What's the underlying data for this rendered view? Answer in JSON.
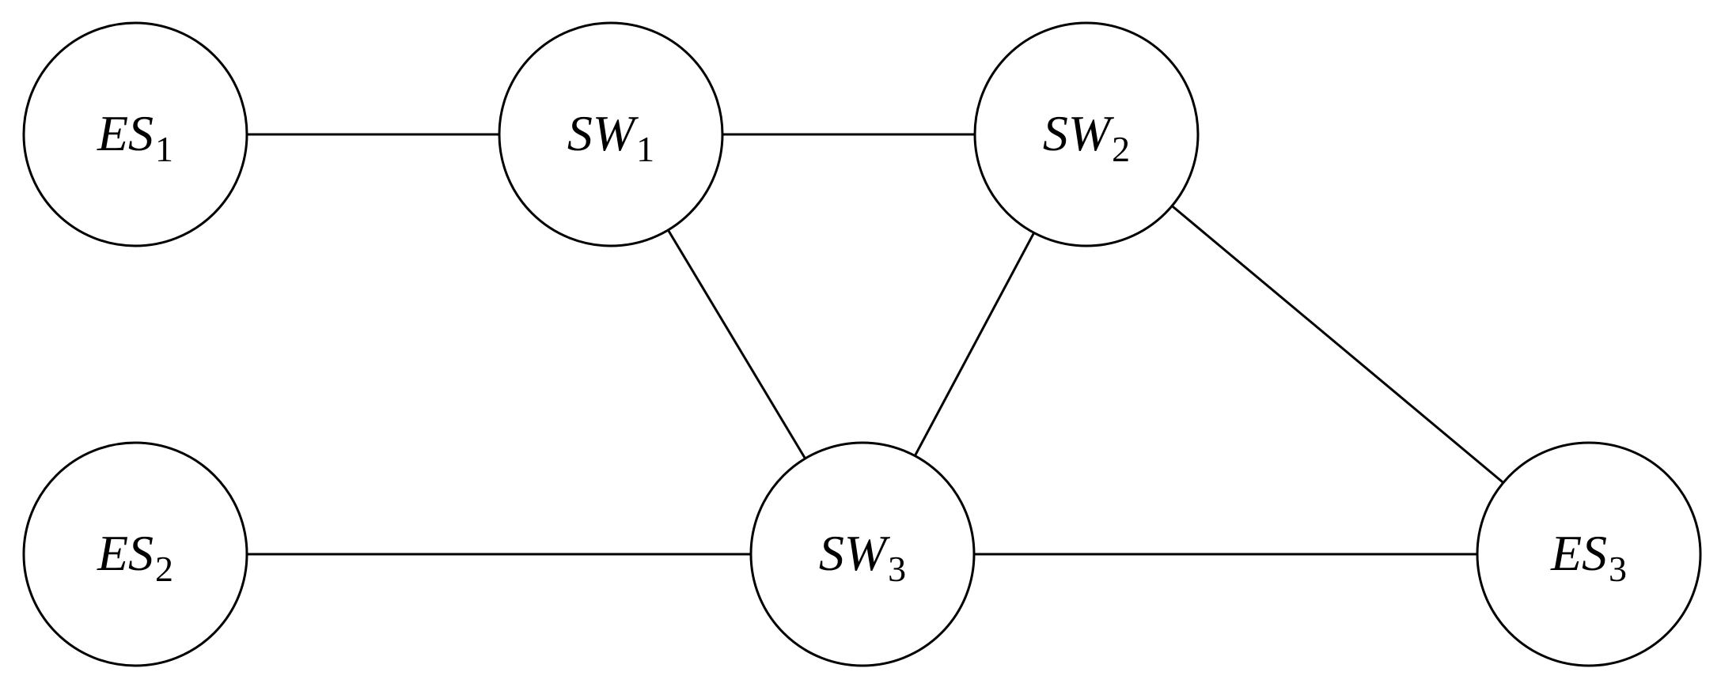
{
  "diagram": {
    "type": "network-topology",
    "colors": {
      "stroke": "#000000",
      "fill": "#ffffff"
    },
    "nodes": [
      {
        "id": "ES1",
        "base": "ES",
        "sub": "1",
        "kind": "end-station"
      },
      {
        "id": "SW1",
        "base": "SW",
        "sub": "1",
        "kind": "switch"
      },
      {
        "id": "SW2",
        "base": "SW",
        "sub": "2",
        "kind": "switch"
      },
      {
        "id": "ES2",
        "base": "ES",
        "sub": "2",
        "kind": "end-station"
      },
      {
        "id": "SW3",
        "base": "SW",
        "sub": "3",
        "kind": "switch"
      },
      {
        "id": "ES3",
        "base": "ES",
        "sub": "3",
        "kind": "end-station"
      }
    ],
    "edges": [
      {
        "from": "ES1",
        "to": "SW1"
      },
      {
        "from": "SW1",
        "to": "SW2"
      },
      {
        "from": "SW1",
        "to": "SW3"
      },
      {
        "from": "SW2",
        "to": "SW3"
      },
      {
        "from": "SW2",
        "to": "ES3"
      },
      {
        "from": "ES2",
        "to": "SW3"
      },
      {
        "from": "SW3",
        "to": "ES3"
      }
    ]
  }
}
